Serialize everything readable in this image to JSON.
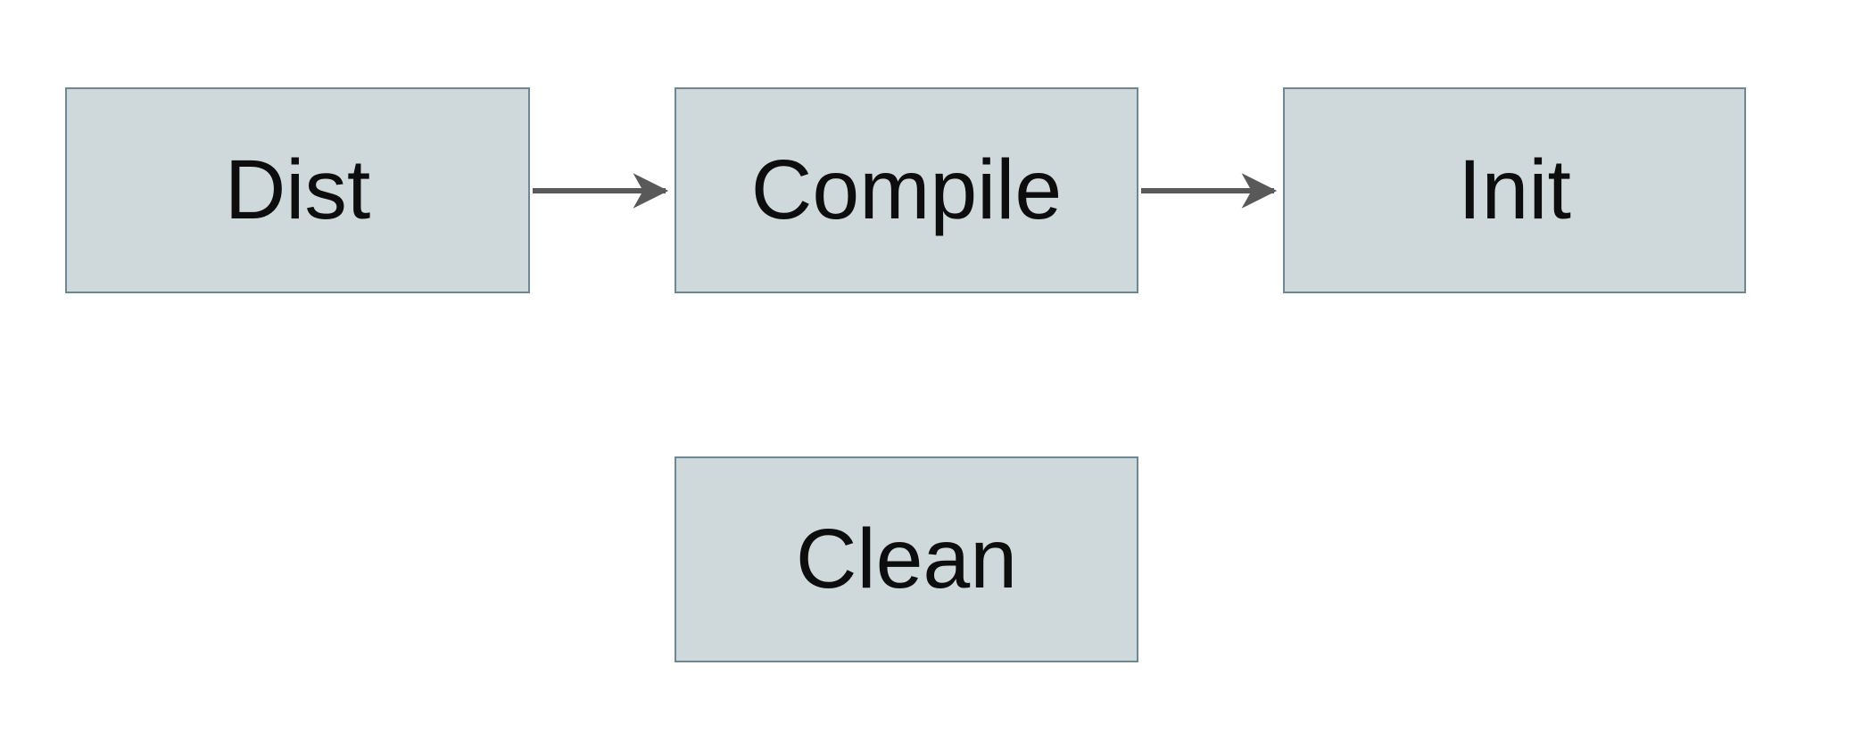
{
  "diagram": {
    "type": "flowchart",
    "nodes": [
      {
        "id": "dist",
        "label": "Dist"
      },
      {
        "id": "compile",
        "label": "Compile"
      },
      {
        "id": "init",
        "label": "Init"
      },
      {
        "id": "clean",
        "label": "Clean"
      }
    ],
    "edges": [
      {
        "from": "dist",
        "to": "compile",
        "direction": "right"
      },
      {
        "from": "compile",
        "to": "init",
        "direction": "right"
      }
    ],
    "colors": {
      "node_fill": "#cfd8da",
      "node_border": "#6e8795",
      "arrow": "#595959",
      "text": "#0d0d0d",
      "background": "#ffffff"
    }
  }
}
